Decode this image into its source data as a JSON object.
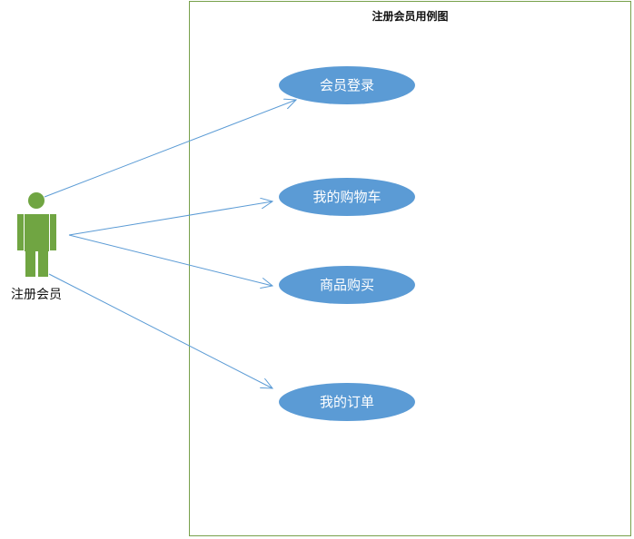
{
  "system": {
    "title": "注册会员用例图"
  },
  "actor": {
    "label": "注册会员",
    "color": "#70a542"
  },
  "use_cases": [
    {
      "label": "会员登录"
    },
    {
      "label": "我的购物车"
    },
    {
      "label": "商品购买"
    },
    {
      "label": "我的订单"
    }
  ],
  "colors": {
    "use_case_fill": "#5b9bd5",
    "connector": "#5b9bd5",
    "boundary": "#77a04a"
  }
}
